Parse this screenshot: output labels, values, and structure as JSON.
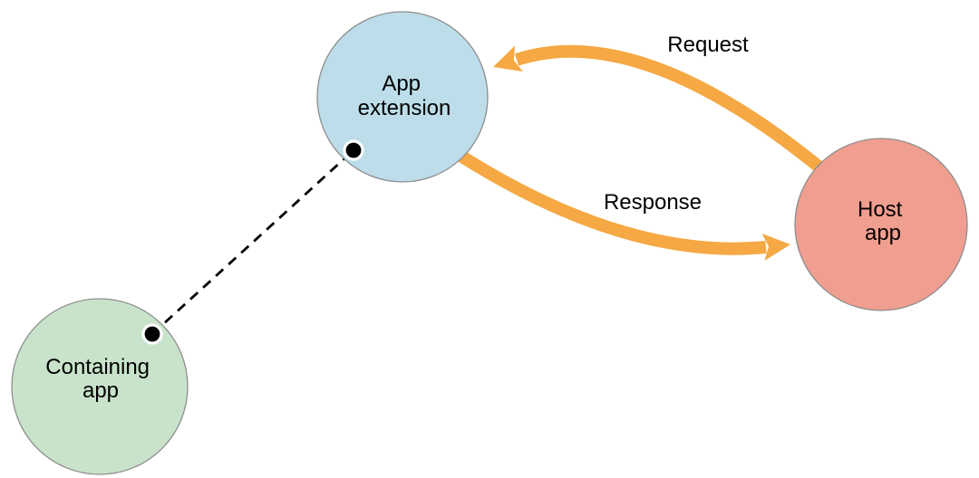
{
  "diagram": {
    "background": "#ffffff",
    "text_color": "#000000",
    "nodes": {
      "app_extension": {
        "label": "App extension",
        "line1": "App",
        "line2": "extension",
        "fill": "#bcdde9",
        "border": "#8e8e8e"
      },
      "containing_app": {
        "label": "Containing app",
        "line1": "Containing",
        "line2": "app",
        "fill": "#c9e3ca",
        "border": "#8e8e8e"
      },
      "host_app": {
        "label": "Host app",
        "line1": "Host",
        "line2": "app",
        "fill": "#ef9e8f",
        "border": "#8e8e8e"
      }
    },
    "edges": {
      "request": {
        "label": "Request",
        "from": "Host app",
        "to": "App extension",
        "color": "#f5a843"
      },
      "response": {
        "label": "Response",
        "from": "App extension",
        "to": "Host app",
        "color": "#f5a843"
      },
      "containment": {
        "style": "dashed",
        "from": "Containing app",
        "to": "App extension",
        "color": "#000000",
        "dot_color": "#000000"
      }
    }
  }
}
